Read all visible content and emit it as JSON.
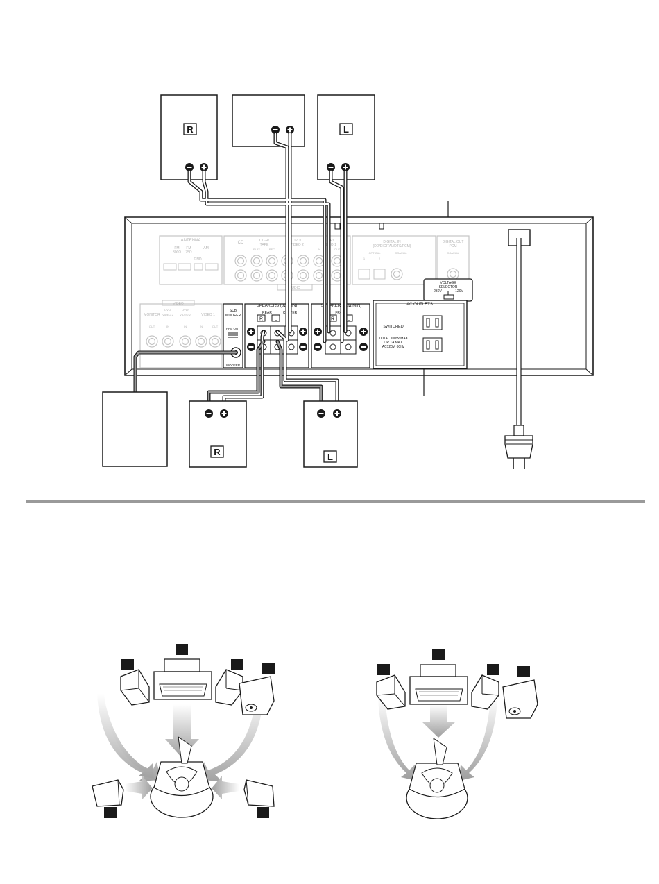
{
  "speakers": {
    "front_right_label": "R",
    "front_left_label": "L",
    "rear_right_label": "R",
    "rear_left_label": "L",
    "minus_icon": "minus-circle-icon",
    "plus_icon": "plus-circle-icon"
  },
  "receiver": {
    "antenna_label": "ANTENNA",
    "fm_label_1": "FM",
    "fm_label_1b": "300Ω",
    "fm_label_2": "FM",
    "fm_label_2b": "75Ω",
    "am_label": "AM",
    "gnd_label": "GND",
    "cd_label": "CD",
    "cdr_label_1": "CD-R/",
    "cdr_label_2": "TAPE",
    "play_label": "PLAY",
    "rec_label": "REC",
    "dvd2_label_1": "DVD/",
    "dvd2_label_2": "VIDEO 2",
    "video1_label_1": "VCR/",
    "video1_label_2": "VIDEO 1",
    "in_label": "IN",
    "out_label": "OUT",
    "audio_label": "AUDIO",
    "digital_in_label_1": "DIGITAL IN",
    "digital_in_label_2": "(DD/DIGITAL/DTS/PCM)",
    "optical_label": "OPTICAL",
    "coaxial_label": "COAXIAL",
    "num_1": "1",
    "num_2": "2",
    "digital_out_label_1": "DIGITAL OUT",
    "digital_out_label_2": "PCM",
    "voltage_title": "VOLTAGE",
    "voltage_title_2": "SELECTOR",
    "voltage_230": "230V",
    "voltage_120": "120V",
    "video_label": "VIDEO",
    "monitor_label": "MONITOR",
    "monitor_out": "OUT",
    "sub_woofer_label": "SUB",
    "sub_woofer_label_2": "WOOFER",
    "pre_out_label": "PRE OUT",
    "woofer_label": "WOOFER",
    "speakers_rear_center_title": "SPEAKERS (8Ω MIN)",
    "rear_label": "REAR",
    "center_label": "CENTER",
    "rear_r": "R",
    "rear_l": "L",
    "speakers_front_title": "SPEAKERS (8Ω MIN)",
    "front_label": "FRONT",
    "front_r": "R",
    "front_l": "L",
    "ac_outlets_title": "AC OUTLETS",
    "switched_label": "SWITCHED",
    "total_label_1": "TOTAL 100W MAX",
    "total_label_2": "OR 1A MAX",
    "total_label_3": "AC120V, 60Hz"
  },
  "layouts": {
    "left_layout": "five-speaker-with-subwoofer",
    "right_layout": "three-front-speakers-with-subwoofer"
  },
  "colors": {
    "line": "#1a1a1a",
    "faint_panel": "#c4c4c4",
    "divider": "#9a9a9a",
    "gradient_arrow": "#9e9e9e"
  }
}
